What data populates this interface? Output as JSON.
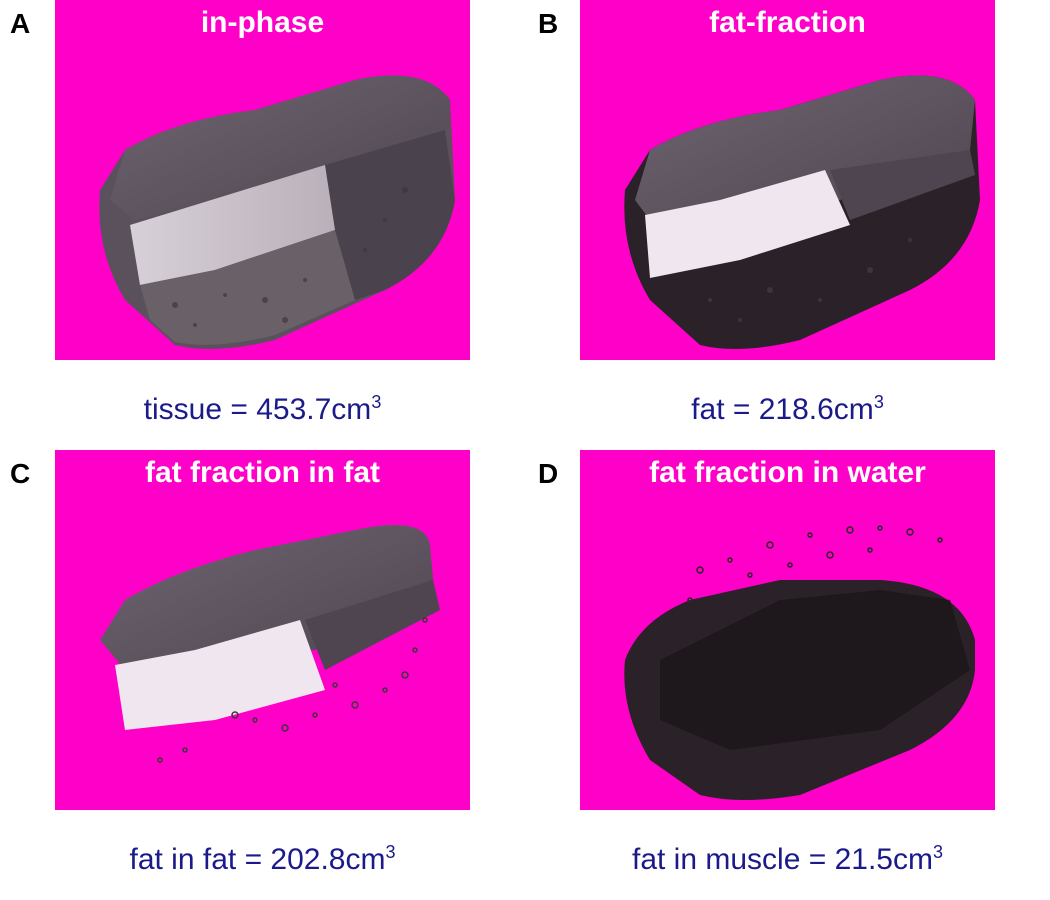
{
  "panels": [
    {
      "letter": "A",
      "title": "in-phase",
      "caption_label": "tissue",
      "caption_value": "453.7cm",
      "caption_exp": "3"
    },
    {
      "letter": "B",
      "title": "fat-fraction",
      "caption_label": "fat",
      "caption_value": "218.6cm",
      "caption_exp": "3"
    },
    {
      "letter": "C",
      "title": "fat fraction in fat",
      "caption_label": "fat in fat",
      "caption_value": "202.8cm",
      "caption_exp": "3"
    },
    {
      "letter": "D",
      "title": "fat fraction in water",
      "caption_label": "fat in muscle",
      "caption_value": "21.5cm",
      "caption_exp": "3"
    }
  ],
  "colors": {
    "background": "#ff00c8",
    "title_text": "#ffffff",
    "caption_text": "#1a1a8a"
  }
}
